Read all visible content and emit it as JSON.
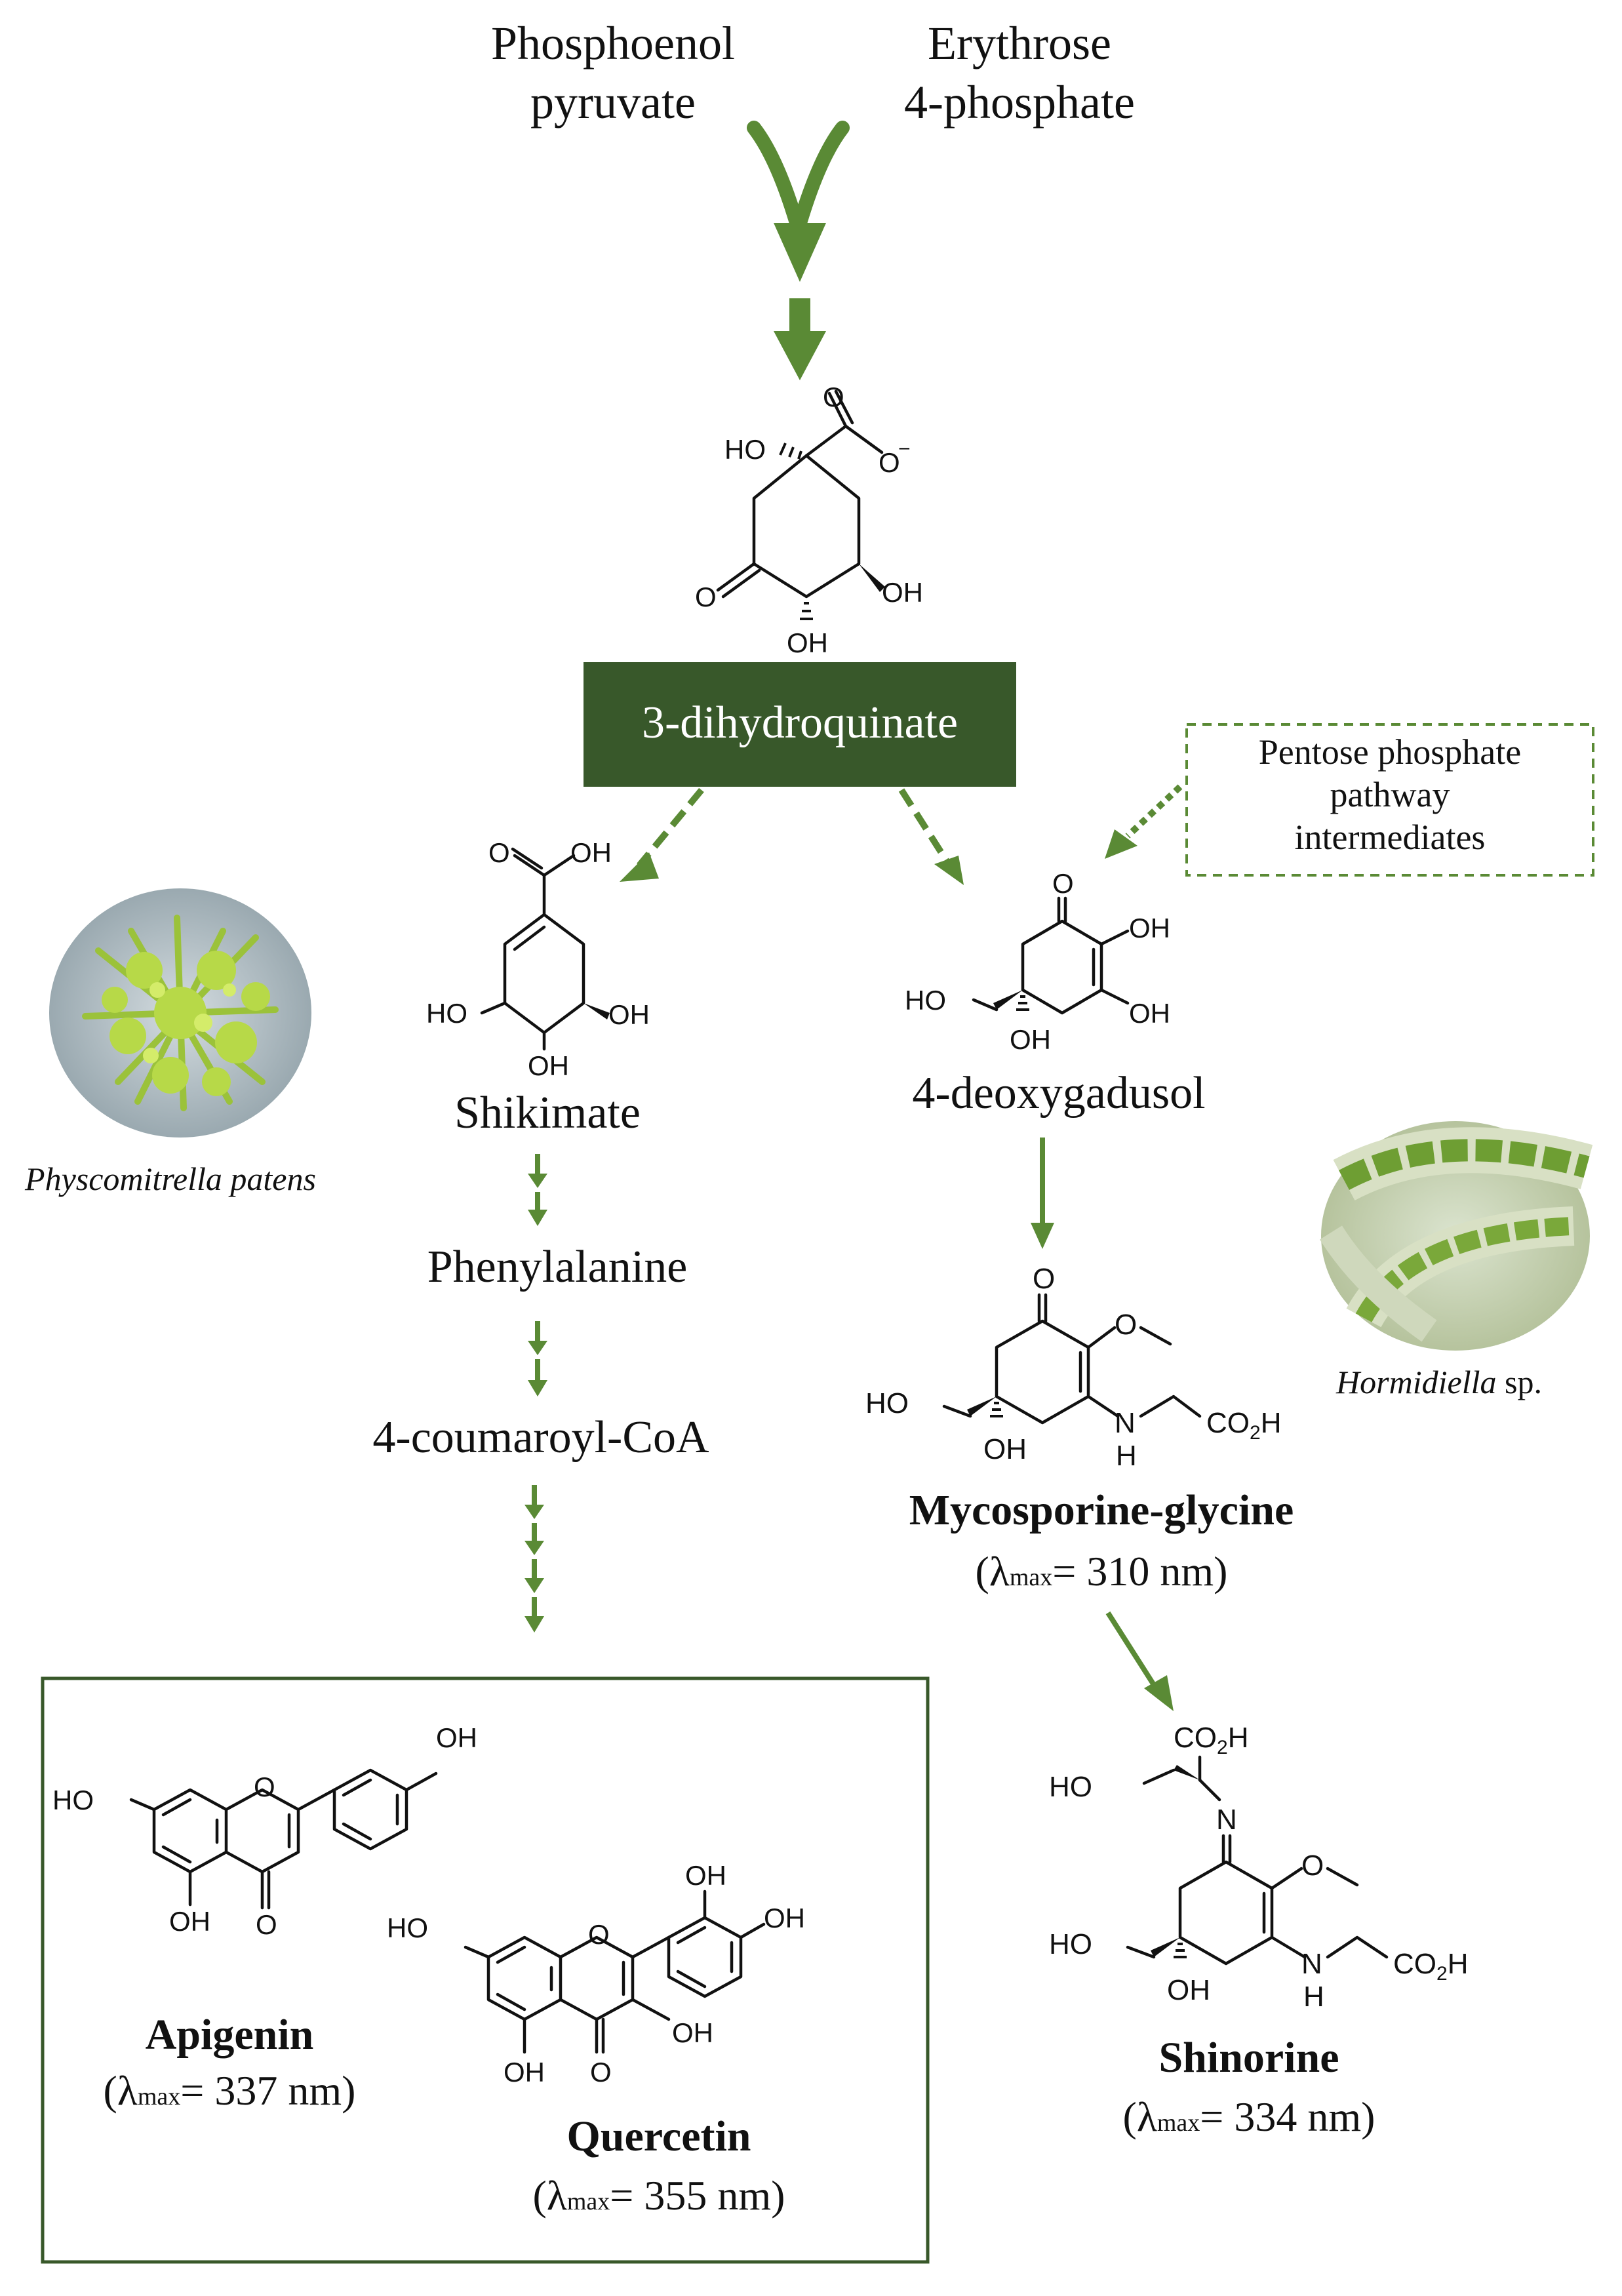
{
  "colors": {
    "arrow_green": "#5a8a35",
    "box_dark_green": "#38582a",
    "box_text": "#ffffff"
  },
  "precursors": {
    "pep_line1": "Phosphoenol",
    "pep_line2": "pyruvate",
    "e4p_line1": "Erythrose",
    "e4p_line2": "4-phosphate"
  },
  "central": {
    "label": "3-dihydroquinate"
  },
  "ppp_box": {
    "line1": "Pentose phosphate",
    "line2": "pathway",
    "line3": "intermediates"
  },
  "left_branch": {
    "shikimate": "Shikimate",
    "phenylalanine": "Phenylalanine",
    "coumaroyl": "4-coumaroyl-CoA"
  },
  "right_branch": {
    "deoxygadusol": "4-deoxygadusol"
  },
  "organisms": {
    "moss_label": "Physcomitrella patens",
    "algae_label_italic": "Hormidiella",
    "algae_label_suffix": " sp."
  },
  "products": {
    "apigenin": {
      "name": "Apigenin",
      "lambda_prefix": "(λ",
      "lambda_sub": "max",
      "lambda_value": "= 337 nm)"
    },
    "quercetin": {
      "name": "Quercetin",
      "lambda_prefix": "(λ",
      "lambda_sub": "max",
      "lambda_value": "= 355 nm)"
    },
    "mycosporine_glycine": {
      "name": "Mycosporine-glycine",
      "lambda_prefix": "(λ",
      "lambda_sub": "max",
      "lambda_value": "= 310 nm)"
    },
    "shinorine": {
      "name": "Shinorine",
      "lambda_prefix": "(λ",
      "lambda_sub": "max",
      "lambda_value": "= 334 nm)"
    }
  },
  "atoms": {
    "O": "O",
    "OH": "OH",
    "HO": "HO",
    "N": "N",
    "H": "H",
    "Ominus": "O",
    "minus": "−",
    "CO": "CO",
    "two": "2",
    "Hsuffix": "H"
  }
}
